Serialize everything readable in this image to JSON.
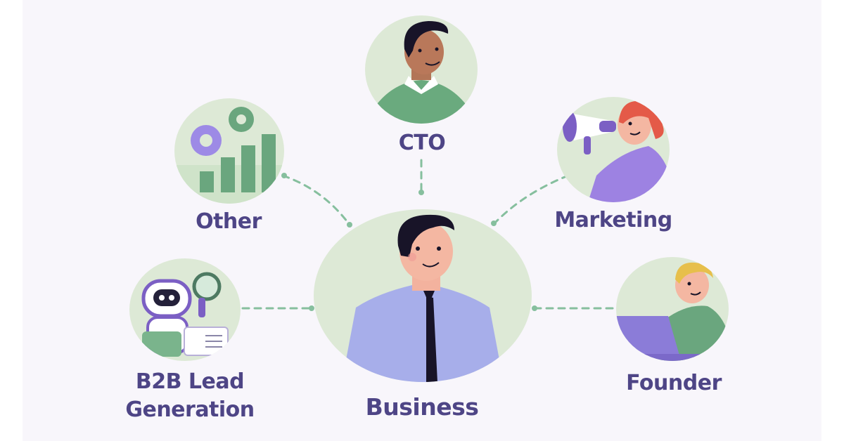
{
  "diagram": {
    "center": {
      "label": "Business",
      "icon": "businessman-with-tie"
    },
    "nodes": [
      {
        "id": "cto",
        "label": "CTO",
        "icon": "man-in-green-sweater"
      },
      {
        "id": "marketing",
        "label": "Marketing",
        "icon": "woman-with-megaphone"
      },
      {
        "id": "founder",
        "label": "Founder",
        "icon": "man-at-laptop"
      },
      {
        "id": "b2b",
        "label_line1": "B2B Lead",
        "label_line2": "Generation",
        "icon": "robot-with-magnifier-and-briefcase"
      },
      {
        "id": "other",
        "label": "Other",
        "icon": "gears-and-bar-chart"
      }
    ],
    "colors": {
      "background": "#f8f6fb",
      "node_fill": "#dde9d6",
      "label_text": "#4e4586",
      "connector": "#86bf9e",
      "accent_purple": "#9d8ae6",
      "accent_green": "#6aa67e"
    }
  }
}
